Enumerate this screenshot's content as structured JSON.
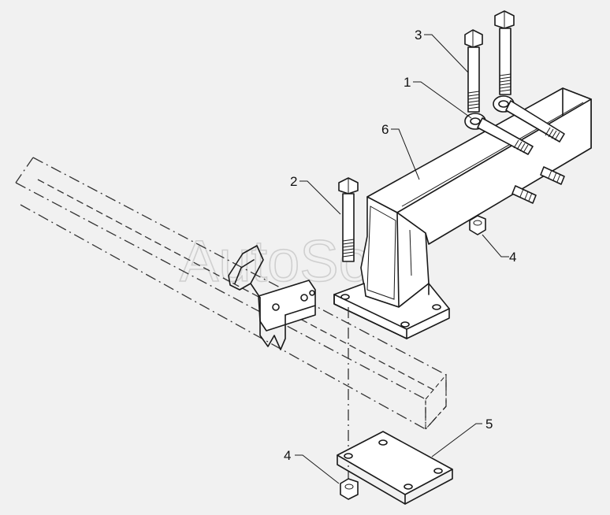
{
  "watermark": "AutoSoft",
  "callouts": {
    "c1": "1",
    "c2": "2",
    "c3": "3",
    "c4a": "4",
    "c4b": "4",
    "c5": "5",
    "c6": "6"
  },
  "colors": {
    "background": "#f1f1f1",
    "line": "#1a1a1a",
    "watermark": "#cfcfcf"
  }
}
